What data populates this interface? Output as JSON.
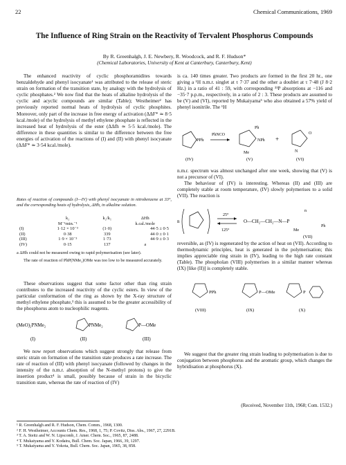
{
  "header": {
    "page_number": "22",
    "journal": "Chemical Communications, 1969"
  },
  "title": "The Influence of Ring Strain on the Reactivity of Tervalent Phosphorus Compounds",
  "authors": "By R. Greenhalgh, J. E. Newbery, R. Woodcock, and R. F. Hudson*",
  "affiliation": "(Chemical Laboratories, University of Kent at Canterbury, Canterbury, Kent)",
  "left_col": {
    "p1": "The enhanced reactivity of cyclic phosphoramidites towards benzaldehyde and phenyl isocyanate¹ was attributed to the release of steric strain on formation of the transition state, by analogy with the hydrolysis of cyclic phosphates.² We now find that the heats of alkaline hydrolysis of the cyclic and acyclic compounds are similar (Table); Westheimer² has previously reported normal heats of hydrolysis of cyclic phosphites. Moreover, only part of the increase in free energy of activation (ΔΔF* ≃ 8·5 kcal./mole) of the hydrolysis of methyl ethylene phosphate is reflected in the increased heat of hydrolysis of the ester (ΔΔfh ≃ 5·5 kcal./mole). The difference in these quantities is similar to the difference between the free energies of activation of the reactions of (I) and (II) with phenyl isocyanate (ΔΔF* ≃ 3·54 kcal./mole).",
    "table_caption": "Rates of reaction of compounds (I—IV) with phenyl isocyanate in nitrobenzene at 33°, and the corresponding heats of hydrolysis, ΔHh, in alkaline solution.",
    "table_headers": [
      "",
      "k₂",
      "k₂/k₁",
      "ΔHh"
    ],
    "table_units": [
      "",
      "M⁻¹min.⁻¹",
      "",
      "k.cal./mole"
    ],
    "table_rows": [
      [
        "(I)",
        "1·12 × 10⁻³",
        "(1·0)",
        "44·5 ± 0·5"
      ],
      [
        "(II)",
        "0·38",
        "339",
        "44·0 ± 0·1"
      ],
      [
        "(III)",
        "1·9 × 10⁻³",
        "1·73",
        "44·9 ± 0·3"
      ],
      [
        "(IV)",
        "0·15",
        "137",
        "a"
      ]
    ],
    "table_note": "a ΔHh could not be measured owing to rapid polymerisation (see later).",
    "p_rate": "The rate of reaction of PhP(NMe₂)OMe was too low to be measured accurately.",
    "p2": "These observations suggest that some factor other than ring strain contributes to the increased reactivity of the cyclic esters. In view of the particular conformation of the ring as shown by the X-ray structure of methyl ethylene phosphate,³ this is assumed to be the greater accessibility of the phosphorus atom to nucleophilic reagents.",
    "struct_labels": [
      "(MeO)₂PNMe₂",
      "PNMe₂",
      "P—OMe",
      "(I)",
      "(II)",
      "(III)"
    ],
    "p3": "We now report observations which suggest strongly that release from steric strain on formation of the transition state produces a rate increase. The rate of reaction of (III) with phenyl isocyanate (followed by changes in the intensity of the n.m.r. absorption of the N-methyl protons) to give the insertion product⁴ is small, possibly because of strain in the bicyclic transition state, whereas the rate of reaction of (IV)"
  },
  "right_col": {
    "p1": "is ca. 140 times greater. Two products are formed in the first 20 hr., one giving a ¹H n.m.r. singlet at τ 7·37 and the other a doublet at τ 7·48 (J 8·2 Hz.) in a ratio of 41 : 59, with corresponding ³¹P absorptions at −116 and −35·7 p.p.m., respectively, in a ratio of 2 : 3. These products are assumed to be (V) and (VI), reported by Mukaiyama⁵ who also obtained a 57% yield of phenyl isonitrile. The ¹H",
    "scheme1_labels": [
      "PhNCO",
      "PPh",
      "Ph",
      "NPh",
      "P",
      "N",
      "Me",
      "O",
      "+",
      "(IV)",
      "(V)",
      "(VI)"
    ],
    "p2": "n.m.r. spectrum was almost unchanged after one week, showing that (V) is not a precursor of (VI).",
    "p3": "The behaviour of (IV) is interesting. Whereas (II) and (III) are completely stable at room temperature, (IV) slowly polymerises to a solid (VII). The reaction is",
    "scheme2_labels": [
      "n",
      "25°",
      "125°",
      "O—CH₂—CH₂—N—P",
      "Me",
      "Ph",
      "n",
      "(VII)"
    ],
    "p4": "reversible, as (IV) is regenerated by the action of heat on (VII). According to thermodynamic principles, heat is generated in the polymerisation; this implies appreciable ring strain in (IV), leading to the high rate constant (Table). The phospholan (VIII) polymerises in a similar manner whereas (IX) [like (II)] is completely stable.",
    "struct2_labels": [
      "PPh",
      "P—OMe",
      "P",
      "(VIII)",
      "(IX)",
      "(X)"
    ],
    "p5": "We suggest that the greater ring strain leading to polymerisation is due to conjugation between phosphorus and the aromatic group, which changes the hybridisation at phosphorus (X)."
  },
  "received": "(Received, November 11th, 1968; Com. 1532.)",
  "references": [
    "¹ R. Greenhalgh and R. F. Hudson, Chem. Comm., 1968, 1300.",
    "² F. H. Westheimer, Accounts Chem. Res., 1968, 1, 75; P. Covitz, Diss. Abs., 1967, 27, 2291B.",
    "³ T. A. Steitz and W. N. Lipscomb, J. Amer. Chem. Soc., 1965, 87, 2488.",
    "⁴ T. Mukaiyama and Y. Kodaira, Bull. Chem. Soc. Japan, 1966, 39, 1297.",
    "⁵ T. Mukaiyama and Y. Yokota, Bull. Chem. Soc. Japan, 1965, 38, 858."
  ]
}
